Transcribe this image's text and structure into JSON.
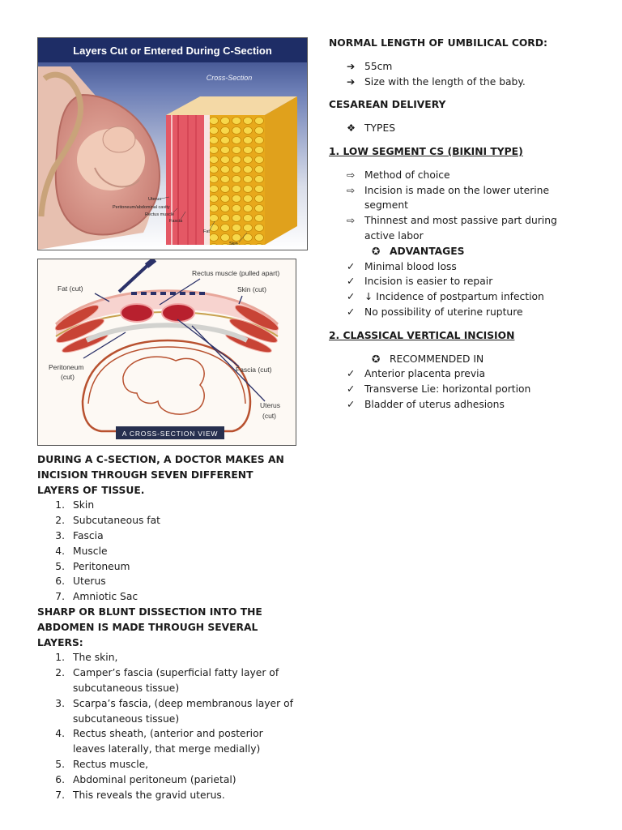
{
  "figure1": {
    "title": "Layers Cut or Entered During C-Section",
    "cross_section_label": "Cross-Section",
    "labels": [
      "Uterus",
      "Peritoneum/abdominal cavity",
      "Rectus muscle",
      "Fascia",
      "Fat",
      "Skin"
    ]
  },
  "figure2": {
    "rectus_label": "Rectus muscle (pulled apart)",
    "fat_label": "Fat (cut)",
    "skin_label": "Skin (cut)",
    "peritoneum_label": "Peritoneum",
    "peritoneum_sub": "(cut)",
    "fascia_label": "Fascia  (cut)",
    "uterus_label": "Uterus",
    "uterus_sub": "(cut)",
    "banner": "A CROSS-SECTION VIEW"
  },
  "left": {
    "heading1": "DURING A C-SECTION, A DOCTOR MAKES AN INCISION THROUGH SEVEN DIFFERENT LAYERS OF TISSUE.",
    "list1": [
      "Skin",
      "Subcutaneous fat",
      "Fascia",
      "Muscle",
      "Peritoneum",
      "Uterus",
      "Amniotic Sac"
    ],
    "heading2": "SHARP OR BLUNT DISSECTION INTO THE ABDOMEN IS MADE THROUGH SEVERAL LAYERS:",
    "list2": [
      "The skin,",
      "Camper’s fascia (superficial fatty layer of subcutaneous tissue)",
      "Scarpa’s fascia, (deep membranous layer of subcutaneous tissue)",
      "Rectus sheath, (anterior and posterior leaves laterally, that merge medially)",
      "Rectus muscle,",
      "Abdominal peritoneum (parietal)",
      "This reveals the gravid uterus."
    ]
  },
  "right": {
    "cord_heading": "NORMAL LENGTH OF UMBILICAL CORD:",
    "cord_items": [
      "55cm",
      "Size with the length of the baby."
    ],
    "cesarean_heading": "CESAREAN DELIVERY",
    "types_label": "TYPES",
    "low_heading": "1. LOW SEGMENT CS (BIKINI TYPE)",
    "low_items": [
      "Method of choice",
      "Incision is made on the lower uterine segment",
      "Thinnest and most passive part during active labor"
    ],
    "advantages_label": "ADVANTAGES",
    "advantages_items": [
      "Minimal blood loss",
      "Incision is easier to repair",
      "↓ Incidence of postpartum infection",
      "No possibility of uterine rupture"
    ],
    "classical_heading": "2. CLASSICAL VERTICAL INCISION",
    "recommended_label": "RECOMMENDED IN",
    "recommended_items": [
      "Anterior placenta previa",
      "Transverse Lie: horizontal portion",
      "Bladder of uterus adhesions"
    ]
  }
}
